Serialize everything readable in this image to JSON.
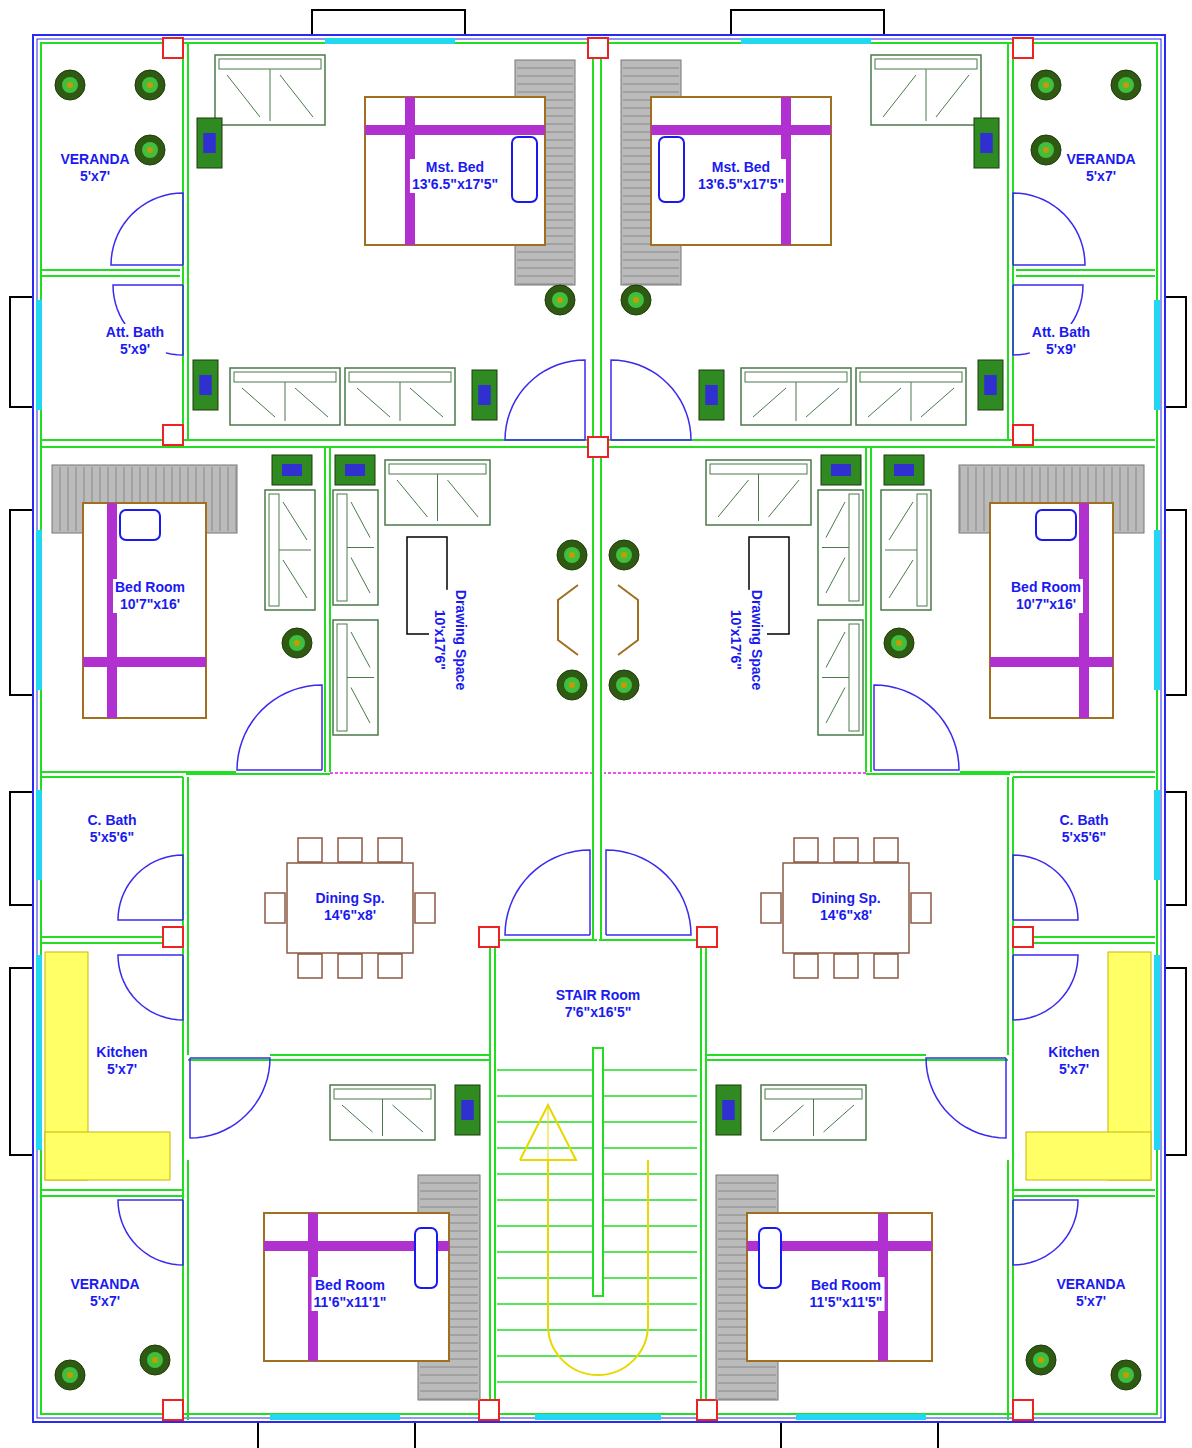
{
  "diagram": {
    "nodes": [
      {
        "text": [
          "VERANDA",
          "5'x7'"
        ]
      },
      {
        "text": [
          "Mst. Bed",
          "13'6.5\"x17'5\""
        ]
      },
      {
        "text": [
          "Mst. Bed",
          "13'6.5\"x17'5\""
        ]
      },
      {
        "text": [
          "VERANDA",
          "5'x7'"
        ]
      },
      {
        "text": [
          "Att. Bath",
          "5'x9'"
        ]
      },
      {
        "text": [
          "Att. Bath",
          "5'x9'"
        ]
      },
      {
        "text": [
          "Bed Room",
          "10'7\"x16'"
        ]
      },
      {
        "text": [
          "Drawing Space",
          "10'x17'6\""
        ]
      },
      {
        "text": [
          "Drawing Space",
          "10'x17'6\""
        ]
      },
      {
        "text": [
          "Bed Room",
          "10'7\"x16'"
        ]
      },
      {
        "text": [
          "C. Bath",
          "5'x5'6\""
        ]
      },
      {
        "text": [
          "Dining Sp.",
          "14'6\"x8'"
        ]
      },
      {
        "text": [
          "Dining Sp.",
          "14'6\"x8'"
        ]
      },
      {
        "text": [
          "C. Bath",
          "5'x5'6\""
        ]
      },
      {
        "text": [
          "STAIR Room",
          "7'6\"x16'5\""
        ]
      },
      {
        "text": [
          "Kitchen",
          "5'x7'"
        ]
      },
      {
        "text": [
          "Kitchen",
          "5'x7'"
        ]
      },
      {
        "text": [
          "Bed Room",
          "11'6\"x11'1\""
        ]
      },
      {
        "text": [
          "Bed Room",
          "11'5\"x11'5\""
        ]
      },
      {
        "text": [
          "VERANDA",
          "5'x7'"
        ]
      },
      {
        "text": [
          "VERANDA",
          "5'x7'"
        ]
      }
    ]
  }
}
